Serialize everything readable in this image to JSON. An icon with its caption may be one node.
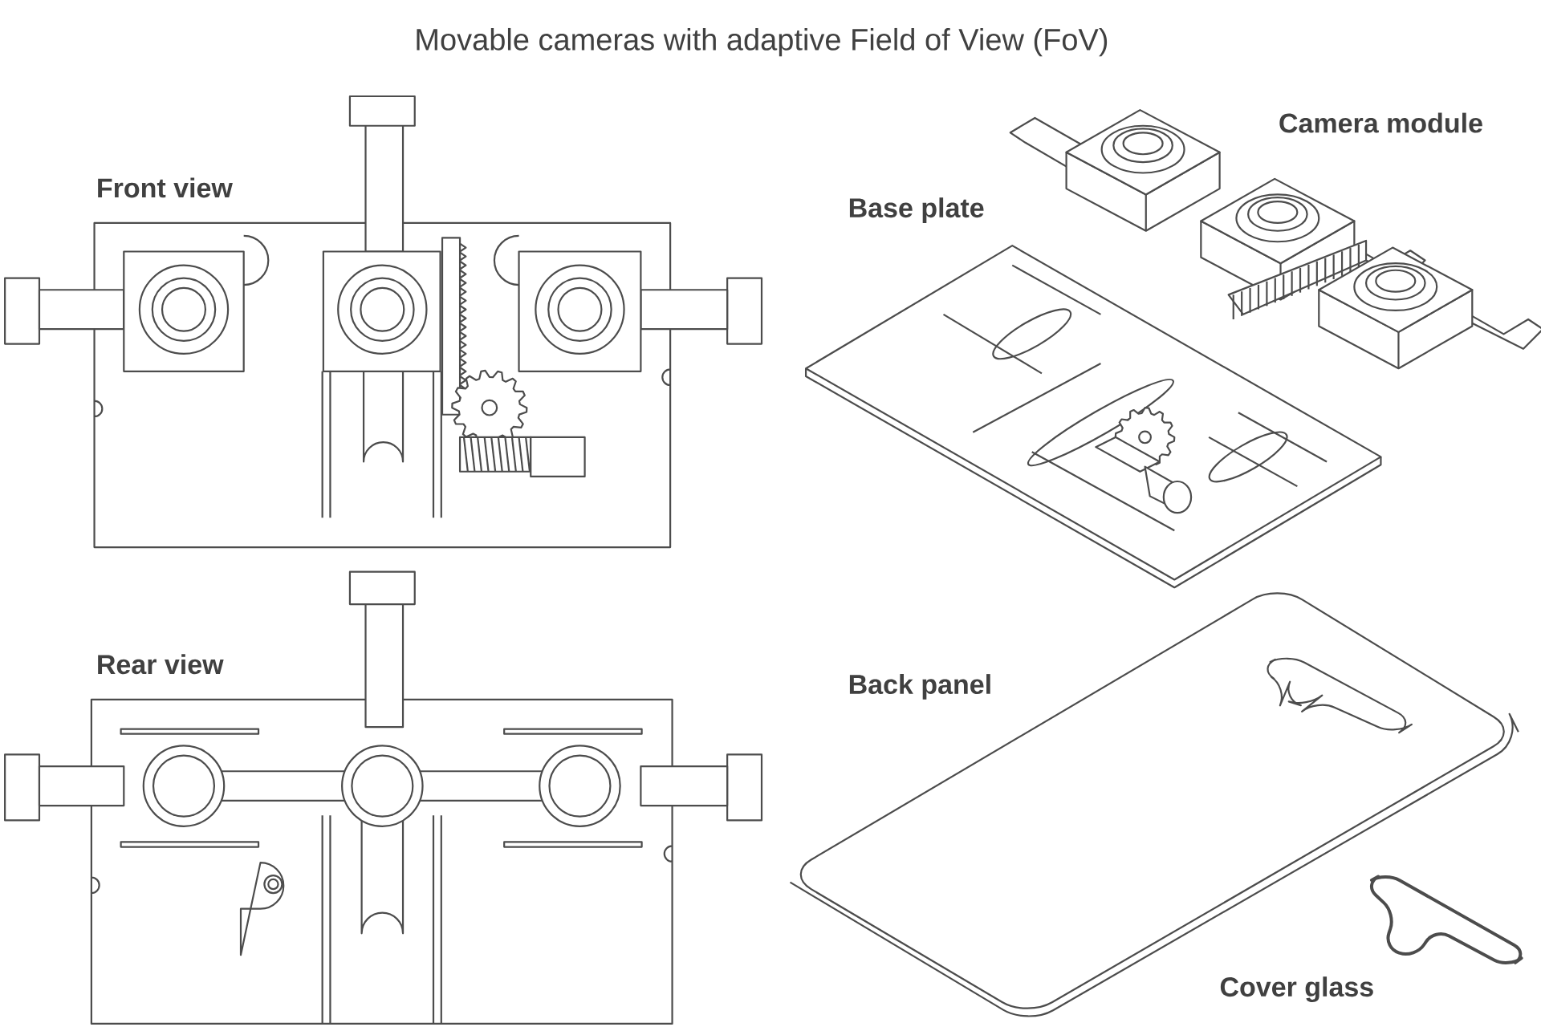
{
  "diagram": {
    "title": "Movable cameras with adaptive Field of View (FoV)",
    "labels": [
      "Camera module",
      "Front view",
      "Base plate",
      "Rear view",
      "Back panel",
      "Cover glass"
    ]
  }
}
